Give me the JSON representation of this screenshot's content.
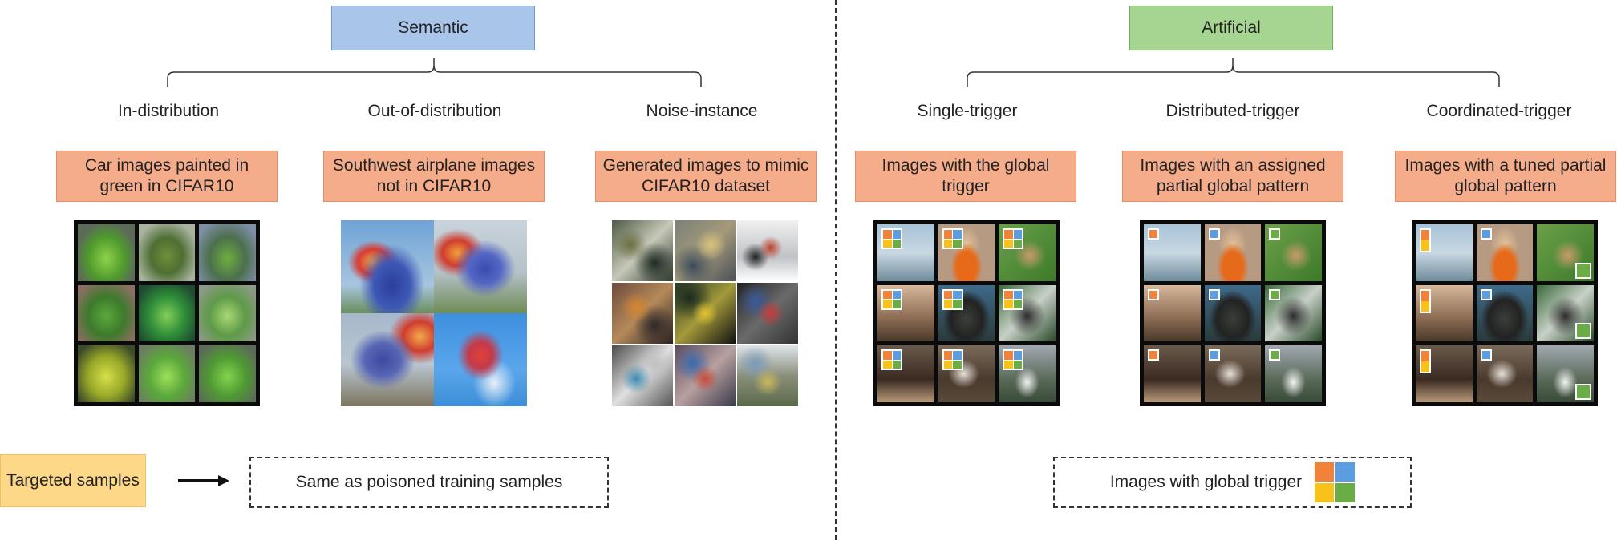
{
  "categories": {
    "semantic": "Semantic",
    "artificial": "Artificial"
  },
  "subtypes": [
    {
      "label": "In-distribution",
      "desc": "Car images painted in green in CIFAR10"
    },
    {
      "label": "Out-of-distribution",
      "desc": "Southwest airplane images not in CIFAR10"
    },
    {
      "label": "Noise-instance",
      "desc": "Generated images to mimic CIFAR10 dataset"
    },
    {
      "label": "Single-trigger",
      "desc": "Images with the global trigger"
    },
    {
      "label": "Distributed-trigger",
      "desc": "Images with an assigned partial global pattern"
    },
    {
      "label": "Coordinated-trigger",
      "desc": "Images with a tuned partial global pattern"
    }
  ],
  "targeted": {
    "label": "Targeted samples",
    "semantic_note": "Same as poisoned training samples",
    "artificial_note": "Images with global trigger"
  },
  "colors": {
    "trigger_orange": "#f0823a",
    "trigger_blue": "#5a9de0",
    "trigger_yellow": "#f9c21a",
    "trigger_green": "#6aad46"
  },
  "icons": {
    "arrow": "right-arrow-icon",
    "trigger": "global-trigger-icon"
  }
}
